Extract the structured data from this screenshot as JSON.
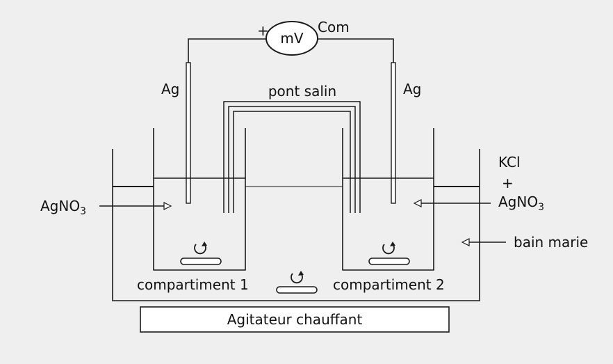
{
  "labels": {
    "plus": "+",
    "meter": "mV",
    "com": "Com",
    "ag_left": "Ag",
    "ag_right": "Ag",
    "salt_bridge": "pont salin",
    "kcl": "KCl",
    "kcl_plus": "+",
    "agno3_right_base": "AgNO",
    "agno3_right_sub": "3",
    "agno3_left_base": "AgNO",
    "agno3_left_sub": "3",
    "water_bath": "bain marie",
    "compartment1": "compartiment 1",
    "compartment2": "compartiment 2",
    "stirrer": "Agitateur chauffant"
  },
  "colors": {
    "background": "#efefef",
    "ink": "#1a1a1a"
  }
}
